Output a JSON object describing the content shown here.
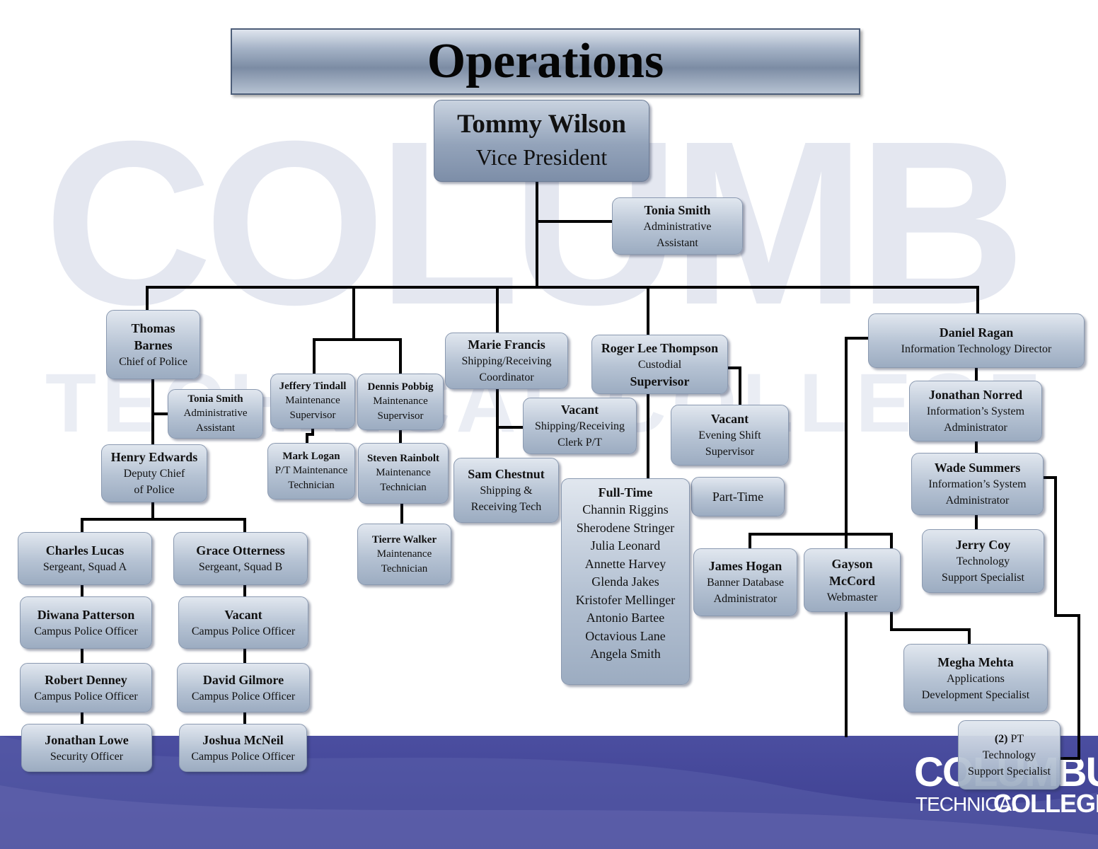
{
  "watermark": {
    "line1": "COLUMBUS",
    "line2": "TECHNICAL COLLEGE"
  },
  "logo": {
    "line1": "COLUMBUS",
    "line2": "TECHNICAL",
    "line3": "COLLEGE"
  },
  "title": "Operations",
  "vp": {
    "name": "Tommy Wilson",
    "title": "Vice President"
  },
  "vp_assistant": {
    "name": "Tonia Smith",
    "title1": "Administrative",
    "title2": "Assistant"
  },
  "police": {
    "chief": {
      "name1": "Thomas",
      "name2": "Barnes",
      "title": "Chief of Police"
    },
    "assistant": {
      "name": "Tonia Smith",
      "title1": "Administrative",
      "title2": "Assistant"
    },
    "deputy": {
      "name": "Henry Edwards",
      "title1": "Deputy Chief",
      "title2": "of Police"
    },
    "squad_a": [
      {
        "name": "Charles Lucas",
        "title": "Sergeant, Squad A"
      },
      {
        "name": "Diwana Patterson",
        "title": "Campus Police Officer"
      },
      {
        "name": "Robert Denney",
        "title": "Campus Police Officer"
      },
      {
        "name": "Jonathan Lowe",
        "title": "Security Officer"
      }
    ],
    "squad_b": [
      {
        "name": "Grace Otterness",
        "title": "Sergeant, Squad B"
      },
      {
        "name": "Vacant",
        "title": "Campus Police Officer"
      },
      {
        "name": "David Gilmore",
        "title": "Campus Police Officer"
      },
      {
        "name": "Joshua McNeil",
        "title": "Campus Police Officer"
      }
    ]
  },
  "maintenance": {
    "supervisor1": {
      "name": "Jeffery Tindall",
      "title1": "Maintenance",
      "title2": "Supervisor"
    },
    "supervisor2": {
      "name": "Dennis Pobbig",
      "title1": "Maintenance",
      "title2": "Supervisor"
    },
    "tech1": {
      "name": "Mark Logan",
      "title1": "P/T Maintenance",
      "title2": "Technician"
    },
    "tech2": {
      "name": "Steven Rainbolt",
      "title1": "Maintenance",
      "title2": "Technician"
    },
    "tech3": {
      "name": "Tierre Walker",
      "title1": "Maintenance",
      "title2": "Technician"
    }
  },
  "shipping": {
    "coordinator": {
      "name": "Marie Francis",
      "title1": "Shipping/Receiving",
      "title2": "Coordinator"
    },
    "clerk": {
      "name": "Vacant",
      "title1": "Shipping/Receiving",
      "title2": "Clerk P/T"
    },
    "tech": {
      "name": "Sam Chestnut",
      "title1": "Shipping &",
      "title2": "Receiving Tech"
    }
  },
  "custodial": {
    "supervisor": {
      "name": "Roger Lee Thompson",
      "title1": "Custodial",
      "title2": "Supervisor"
    },
    "evening": {
      "name": "Vacant",
      "title1": "Evening Shift",
      "title2": "Supervisor"
    },
    "parttime": {
      "label": "Part-Time"
    },
    "fulltime": {
      "label": "Full-Time",
      "names": [
        "Channin Riggins",
        "Sherodene Stringer",
        "Julia Leonard",
        "Annette Harvey",
        "Glenda Jakes",
        "Kristofer Mellinger",
        "Antonio Bartee",
        "Octavious Lane",
        "Angela Smith"
      ]
    }
  },
  "it": {
    "director": {
      "name": "Daniel Ragan",
      "title": "Information Technology Director"
    },
    "norred": {
      "name": "Jonathan Norred",
      "title1": "Information’s System",
      "title2": "Administrator"
    },
    "summers": {
      "name": "Wade Summers",
      "title1": "Information’s System",
      "title2": "Administrator"
    },
    "coy": {
      "name": "Jerry Coy",
      "title1": "Technology",
      "title2": "Support Specialist"
    },
    "hogan": {
      "name": "James Hogan",
      "title1": "Banner Database",
      "title2": "Administrator"
    },
    "mccord": {
      "name1": "Gayson",
      "name2": "McCord",
      "title": "Webmaster"
    },
    "mehta": {
      "name": "Megha Mehta",
      "title1": "Applications",
      "title2": "Development Specialist"
    },
    "pt": {
      "count": "(2)",
      "label": "PT",
      "title1": "Technology",
      "title2": "Support Specialist"
    }
  }
}
